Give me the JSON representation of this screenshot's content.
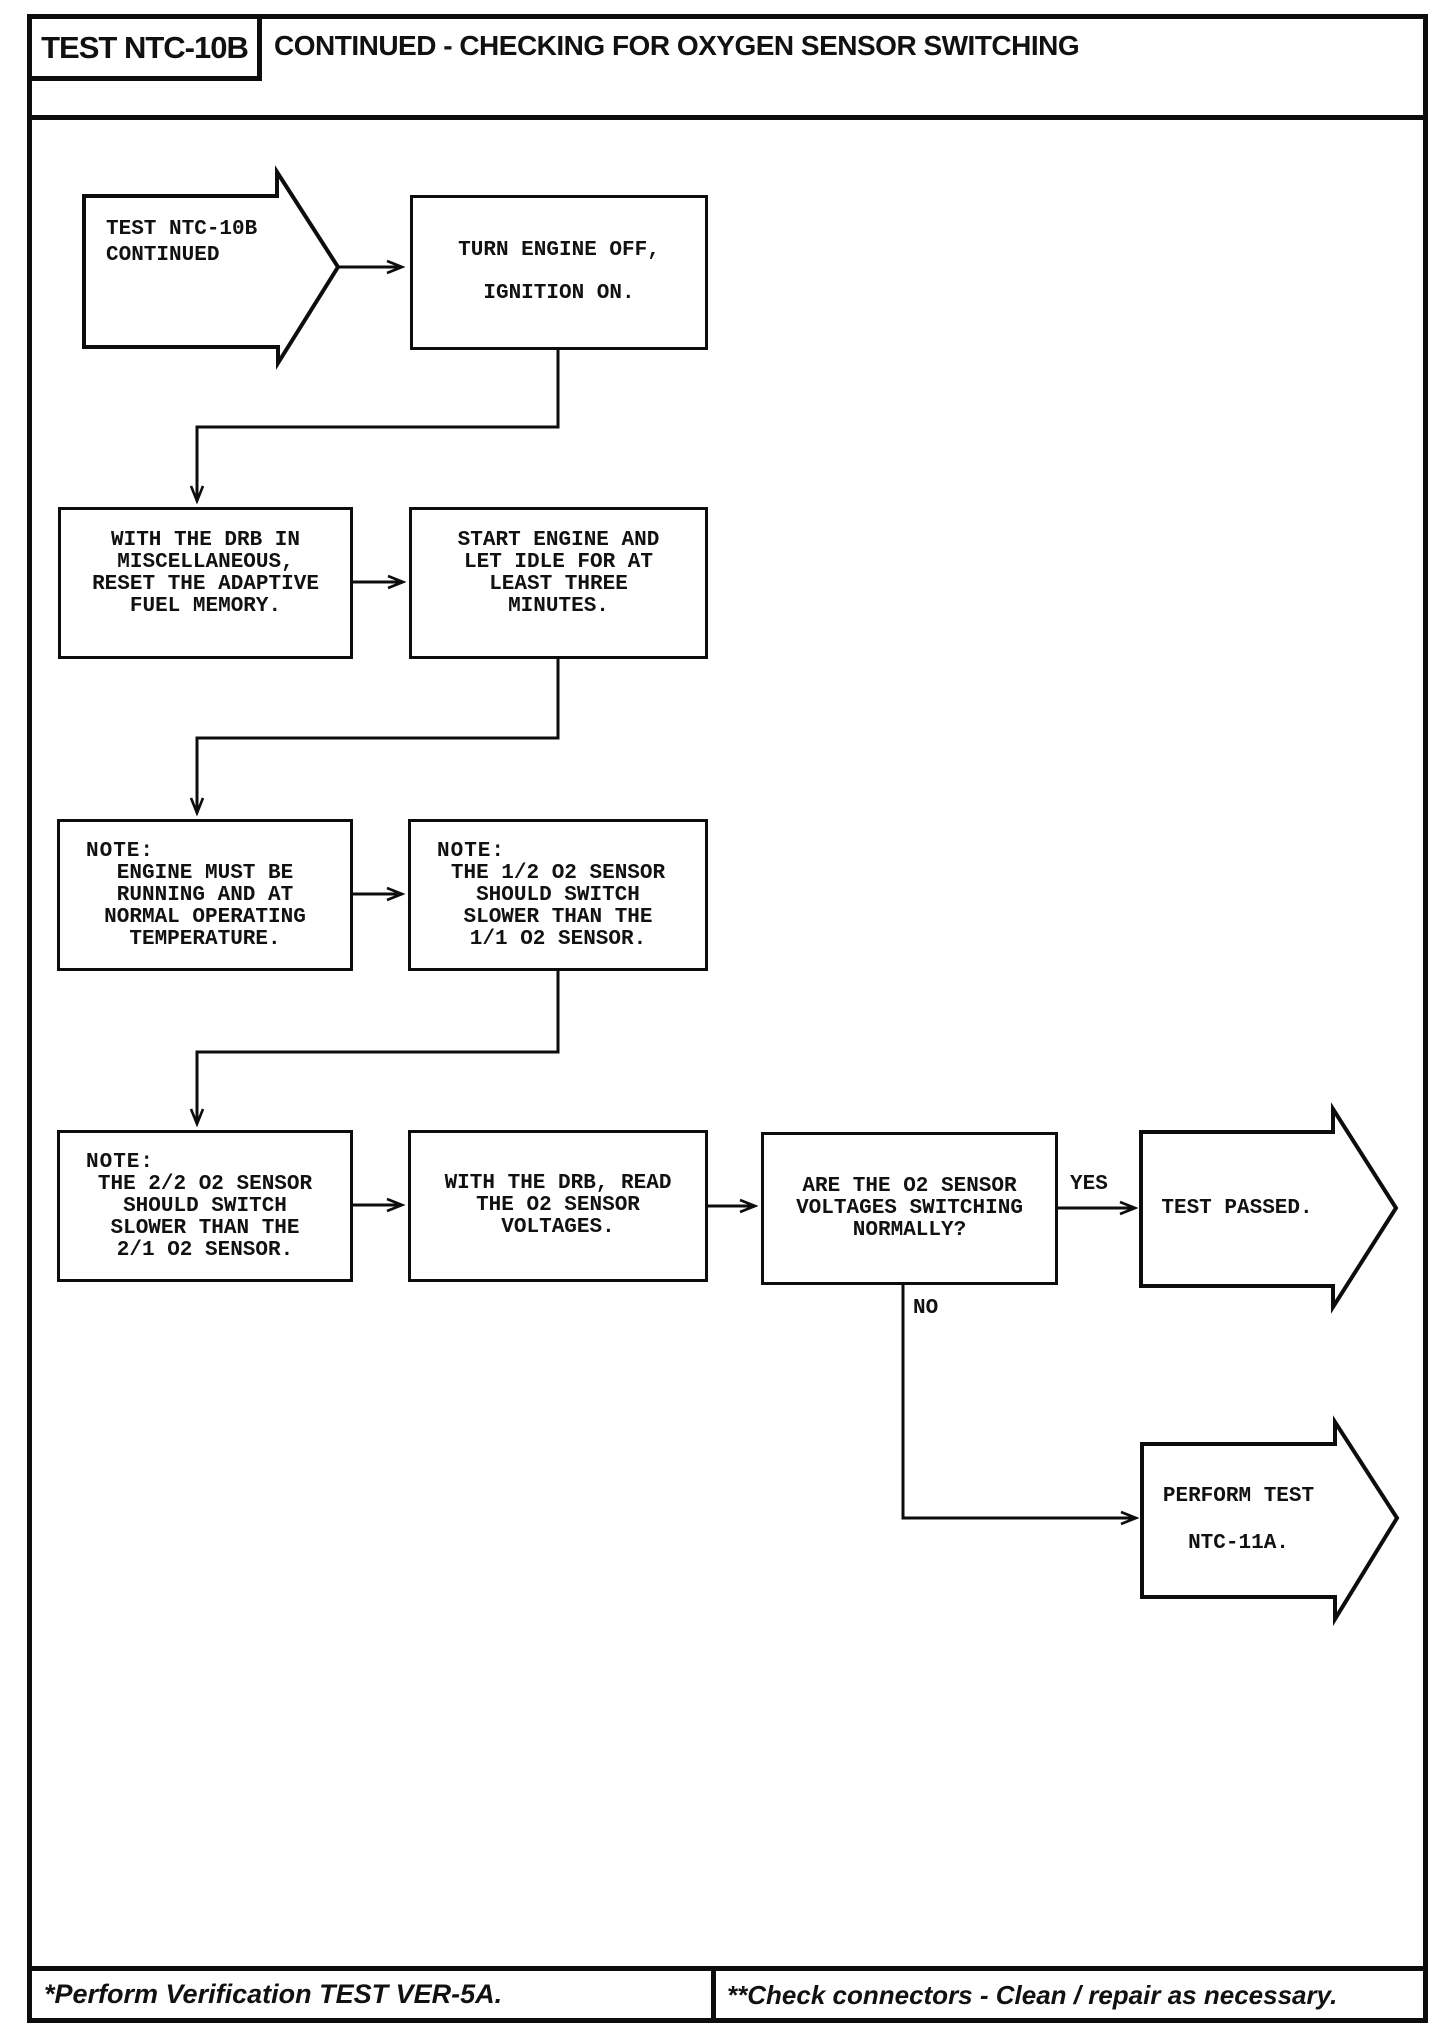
{
  "header": {
    "label": "TEST NTC-10B",
    "title": "CONTINUED - CHECKING FOR OXYGEN SENSOR SWITCHING"
  },
  "flowchart": {
    "entry": {
      "line1": "TEST NTC-10B",
      "line2": "CONTINUED"
    },
    "box_turn_engine": {
      "line1": "TURN ENGINE OFF,",
      "line2": "IGNITION ON."
    },
    "box_drb_reset": {
      "line1": "WITH THE DRB IN",
      "line2": "MISCELLANEOUS,",
      "line3": "RESET THE ADAPTIVE",
      "line4": "FUEL MEMORY."
    },
    "box_start_engine": {
      "line1": "START ENGINE AND",
      "line2": "LET IDLE FOR AT",
      "line3": "LEAST THREE",
      "line4": "MINUTES."
    },
    "note_engine_running": {
      "label": "NOTE:",
      "line1": "ENGINE MUST BE",
      "line2": "RUNNING AND AT",
      "line3": "NORMAL OPERATING",
      "line4": "TEMPERATURE."
    },
    "note_sensor_12": {
      "label": "NOTE:",
      "line1": "THE 1/2 O2 SENSOR",
      "line2": "SHOULD SWITCH",
      "line3": "SLOWER THAN THE",
      "line4": "1/1 O2 SENSOR."
    },
    "note_sensor_22": {
      "label": "NOTE:",
      "line1": "THE 2/2 O2 SENSOR",
      "line2": "SHOULD SWITCH",
      "line3": "SLOWER THAN THE",
      "line4": "2/1 O2 SENSOR."
    },
    "box_read_voltages": {
      "line1": "WITH THE DRB, READ",
      "line2": "THE O2 SENSOR",
      "line3": "VOLTAGES."
    },
    "decision_switching": {
      "line1": "ARE THE O2 SENSOR",
      "line2": "VOLTAGES SWITCHING",
      "line3": "NORMALLY?"
    },
    "label_yes": "YES",
    "label_no": "NO",
    "exit_test_passed": {
      "line1": "TEST PASSED."
    },
    "exit_perform_test": {
      "line1": "PERFORM TEST",
      "line2": "NTC-11A."
    }
  },
  "footer": {
    "left_note": "*Perform Verification TEST VER-5A.",
    "right_note": "**Check connectors - Clean / repair as necessary."
  }
}
